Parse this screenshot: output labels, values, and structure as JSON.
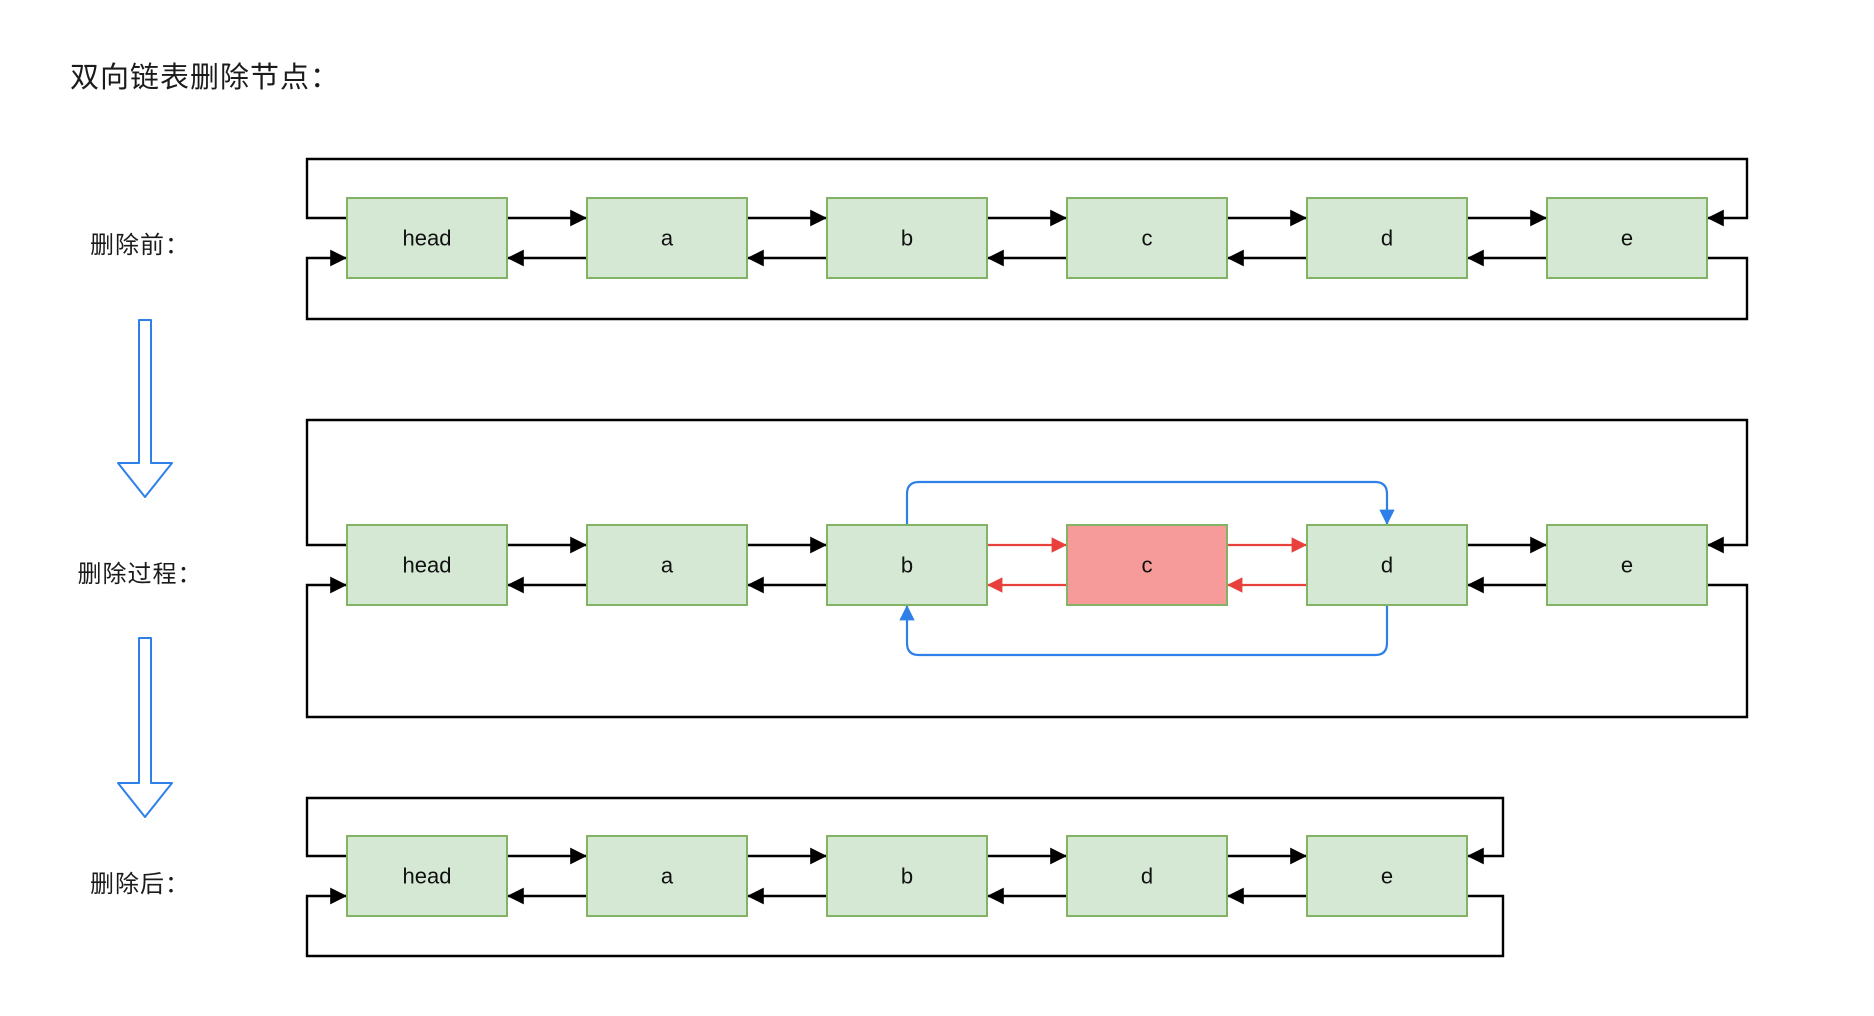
{
  "title": "双向链表删除节点：",
  "colors": {
    "node_fill": "#d5e8d4",
    "node_border": "#82b366",
    "deleted_node_fill": "#f79a9a",
    "pointer_black": "#000000",
    "pointer_red": "#e8413c",
    "pointer_blue": "#2e7fe8",
    "text": "#1b1b1b"
  },
  "sections": [
    {
      "id": "before",
      "label": "删除前：",
      "nodes": [
        "head",
        "a",
        "b",
        "c",
        "d",
        "e"
      ],
      "deleted_node": null,
      "red_pairs": [],
      "blue_bypass": null
    },
    {
      "id": "during",
      "label": "删除过程：",
      "nodes": [
        "head",
        "a",
        "b",
        "c",
        "d",
        "e"
      ],
      "deleted_node": "c",
      "red_pairs": [
        [
          "b",
          "c"
        ],
        [
          "c",
          "d"
        ]
      ],
      "blue_bypass": {
        "from": "b",
        "to": "d"
      }
    },
    {
      "id": "after",
      "label": "删除后：",
      "nodes": [
        "head",
        "a",
        "b",
        "d",
        "e"
      ],
      "deleted_node": null,
      "red_pairs": [],
      "blue_bypass": null
    }
  ]
}
